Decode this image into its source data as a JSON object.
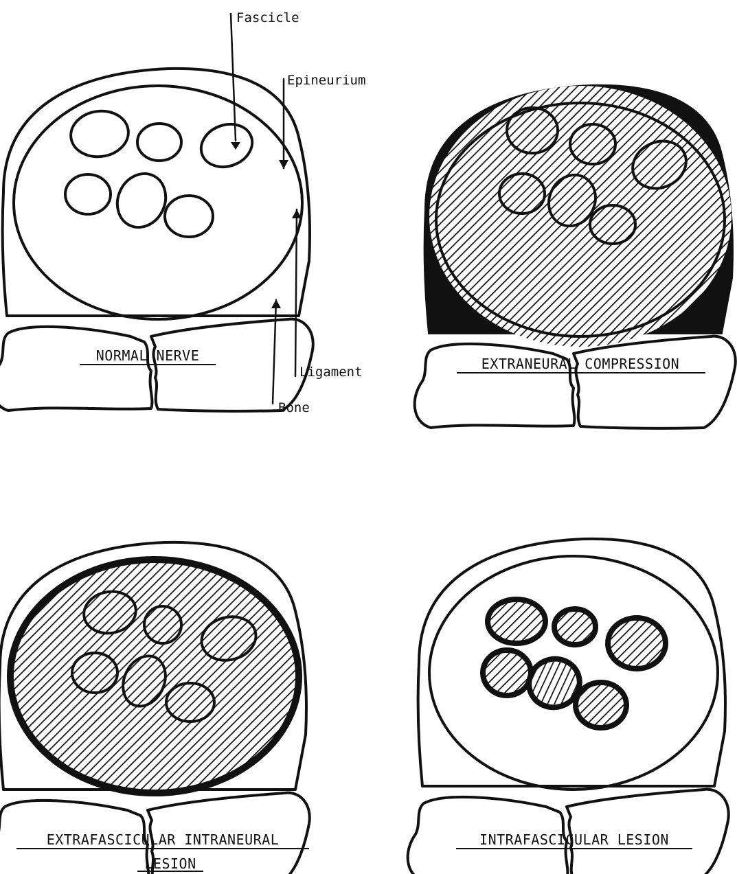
{
  "panels": [
    {
      "id": "normal",
      "caption": [
        "NORMAL NERVE"
      ]
    },
    {
      "id": "extraneural",
      "caption": [
        "EXTRANEURAL COMPRESSION"
      ]
    },
    {
      "id": "extrafascicular",
      "caption": [
        "EXTRAFASCICULAR INTRANEURAL",
        "LESION"
      ]
    },
    {
      "id": "intrafascicular",
      "caption": [
        "INTRAFASCICULAR LESION"
      ]
    }
  ],
  "callouts": {
    "fascicle": "Fascicle",
    "epineurium": "Epineurium",
    "ligament": "Ligament",
    "bone": "Bone"
  },
  "colors": {
    "ink": "#111111",
    "paper": "#ffffff"
  }
}
